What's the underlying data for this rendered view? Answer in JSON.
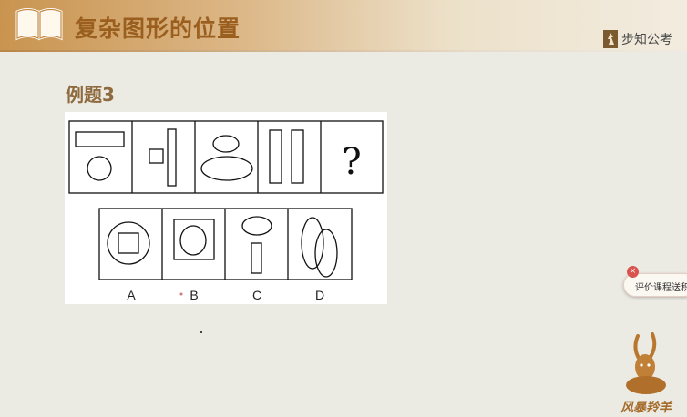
{
  "header": {
    "title": "复杂图形的位置",
    "brand": "步知公考"
  },
  "example": {
    "label": "例题3",
    "question_mark": "?",
    "options": [
      "A",
      "B",
      "C",
      "D"
    ]
  },
  "rating_popup": {
    "text": "评价课程送积分",
    "close": "×"
  },
  "logo": {
    "text": "风暴羚羊"
  },
  "colors": {
    "header_brown": "#9a5f1f",
    "example_label": "#8e6a3e",
    "background": "#ecebe3"
  }
}
